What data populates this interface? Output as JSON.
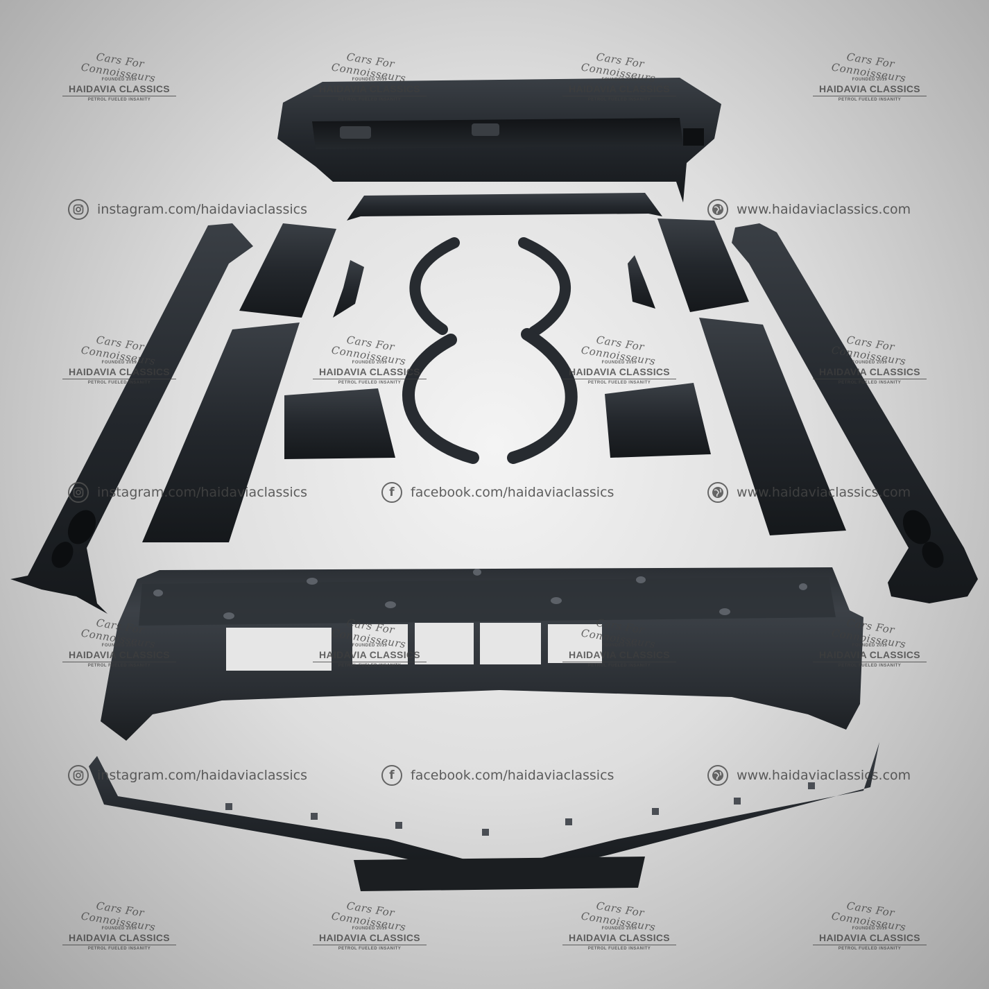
{
  "watermark": {
    "script_line": "Cars For Connoisseurs",
    "founded": "FOUNDED 2019",
    "brand": "HAIDAVIA CLASSICS",
    "tagline": "PETROL FUELED INSANITY"
  },
  "social": {
    "instagram": "instagram.com/haidaviaclassics",
    "facebook": "facebook.com/haidaviaclassics",
    "website": "www.haidaviaclassics.com"
  },
  "icons": {
    "instagram": "instagram-icon",
    "facebook": "facebook-icon",
    "website": "globe-icon"
  },
  "colors": {
    "background_center": "#f4f4f4",
    "background_edge": "#a4a4a4",
    "parts": "#1f2328",
    "watermark": "#3e3e3e"
  }
}
